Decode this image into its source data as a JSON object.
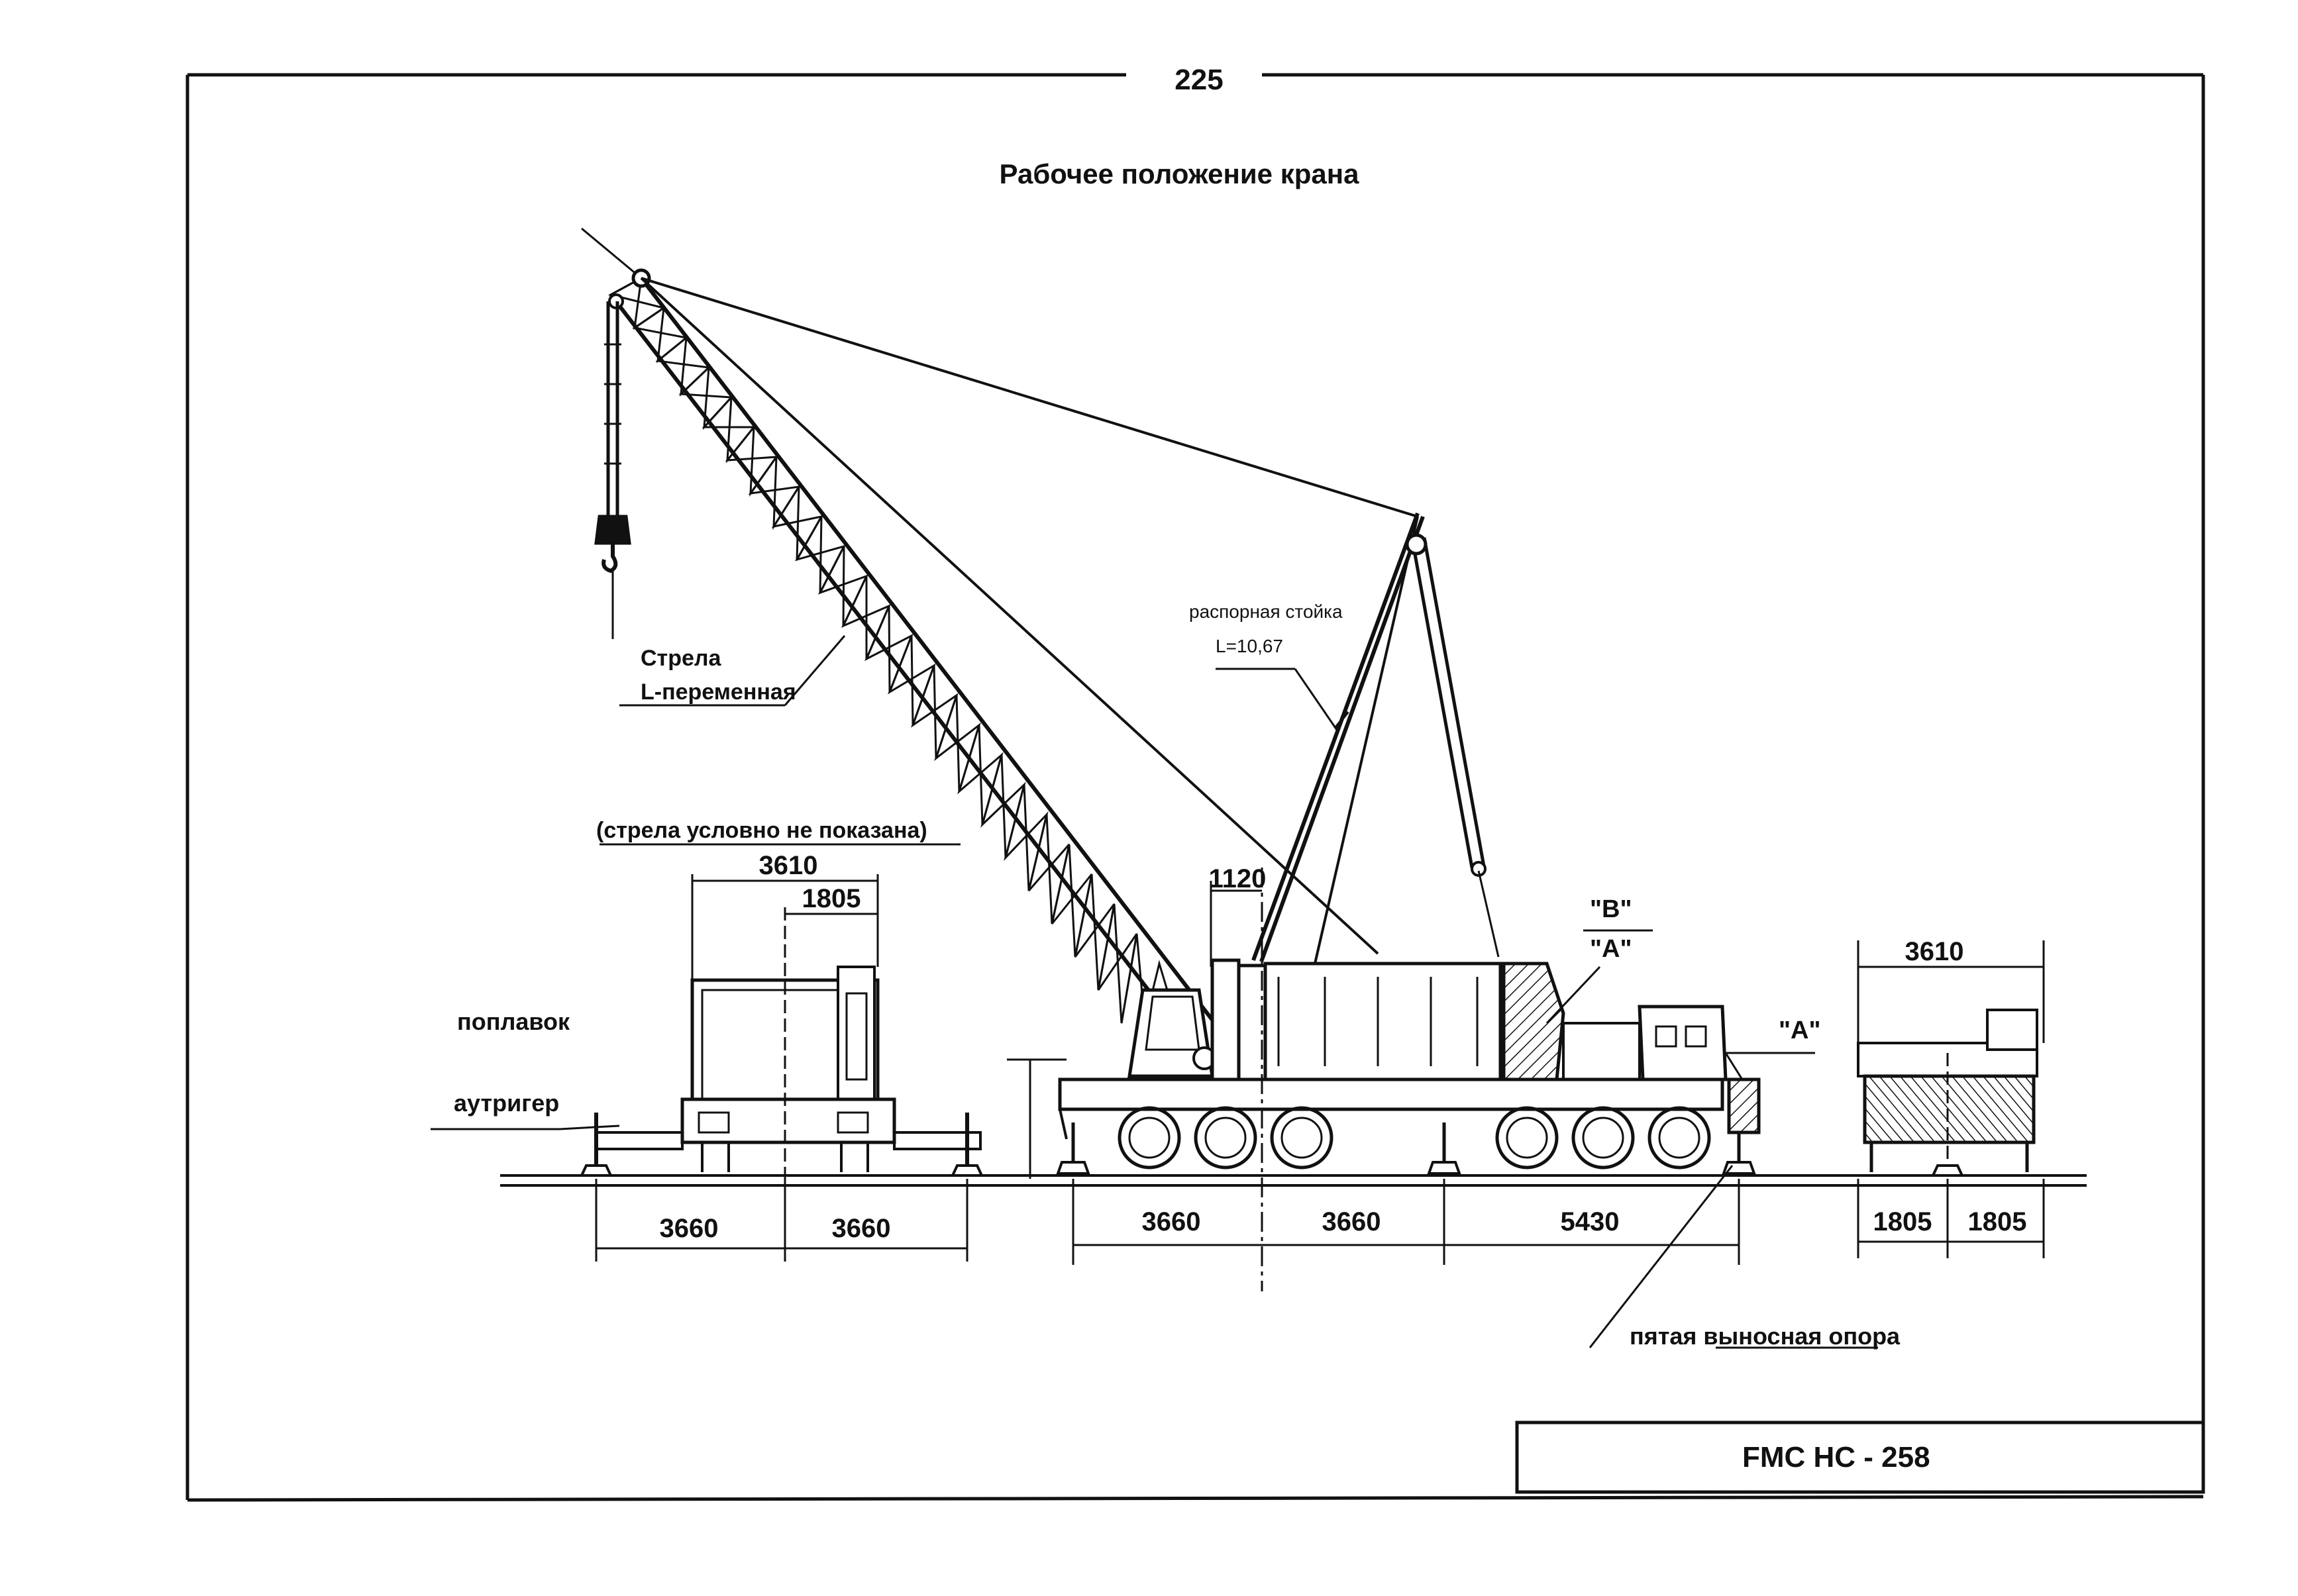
{
  "page_number": "225",
  "title": "Рабочее положение крана",
  "labels": {
    "boom_line1": "Стрела",
    "boom_line2": "L-переменная",
    "strut_line1": "распорная стойка",
    "strut_line2": "L=10,67",
    "boom_not_shown": "(стрела условно не показана)",
    "float": "поплавок",
    "outrigger": "аутригер",
    "mark_b": "\"B\"",
    "mark_a": "\"A\"",
    "mark_a_right": "\"A\"",
    "fifth_support": "пятая выносная опора"
  },
  "dimensions": {
    "left_top_width": "3610",
    "left_top_half": "1805",
    "boom_offset": "1120",
    "right_top_width": "3610",
    "left_base": [
      "3660",
      "3660"
    ],
    "main_base": [
      "3660",
      "3660",
      "5430"
    ],
    "right_base": [
      "1805",
      "1805"
    ]
  },
  "title_block": "FMC HC - 258"
}
